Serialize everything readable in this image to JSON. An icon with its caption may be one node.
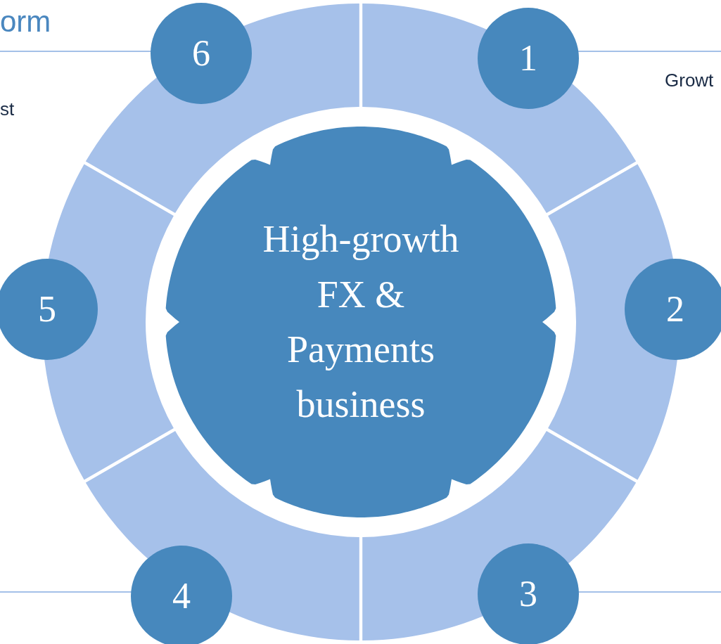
{
  "diagram": {
    "nodes": [
      {
        "text": [
          "High-growth FX & Payments business"
        ]
      },
      {
        "text": [
          "1"
        ]
      },
      {
        "text": [
          "2"
        ]
      },
      {
        "text": [
          "3"
        ]
      },
      {
        "text": [
          "4"
        ]
      },
      {
        "text": [
          "5"
        ]
      },
      {
        "text": [
          "6"
        ]
      }
    ],
    "labels": [
      "orm",
      "st",
      "Growt"
    ]
  }
}
